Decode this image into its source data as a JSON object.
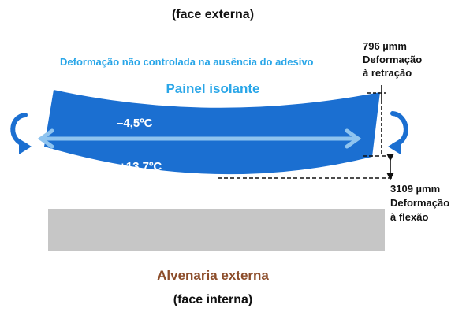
{
  "faces": {
    "external": "(face externa)",
    "internal": "(face interna)"
  },
  "caption": "Deformação não controlada na ausência do adesivo",
  "panel": {
    "label": "Painel isolante",
    "color": "#1b6fd1"
  },
  "temperatures": {
    "top": "–4,5ºC",
    "bottom": "+13.7ºC"
  },
  "retraction": {
    "value": "796 µmm",
    "line1": "Deformação",
    "line2": "à retração"
  },
  "flexion": {
    "value": "3109 µmm",
    "line1": "Deformação",
    "line2": "à flexão"
  },
  "masonry": {
    "label": "Alvenaria externa",
    "color": "#c6c6c6"
  },
  "icons": {
    "curl": "curved-arrow-icon",
    "arrow": "double-arrow-icon"
  }
}
